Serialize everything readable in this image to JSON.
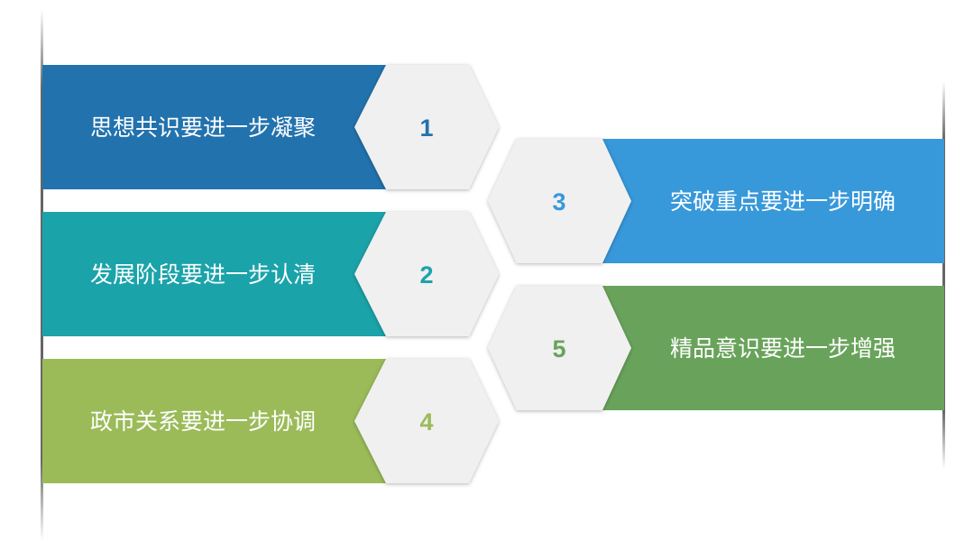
{
  "items": [
    {
      "number": "1",
      "label": "思想共识要进一步凝聚",
      "color": "#2272AD",
      "side": "left"
    },
    {
      "number": "2",
      "label": "发展阶段要进一步认清",
      "color": "#1BA3AA",
      "side": "left"
    },
    {
      "number": "3",
      "label": "突破重点要进一步明确",
      "color": "#3798DA",
      "side": "right"
    },
    {
      "number": "4",
      "label": "政市关系要进一步协调",
      "color": "#9BBB59",
      "side": "left"
    },
    {
      "number": "5",
      "label": "精品意识要进一步增强",
      "color": "#69A35B",
      "side": "right"
    }
  ],
  "hex_color": "#F0F0F0"
}
